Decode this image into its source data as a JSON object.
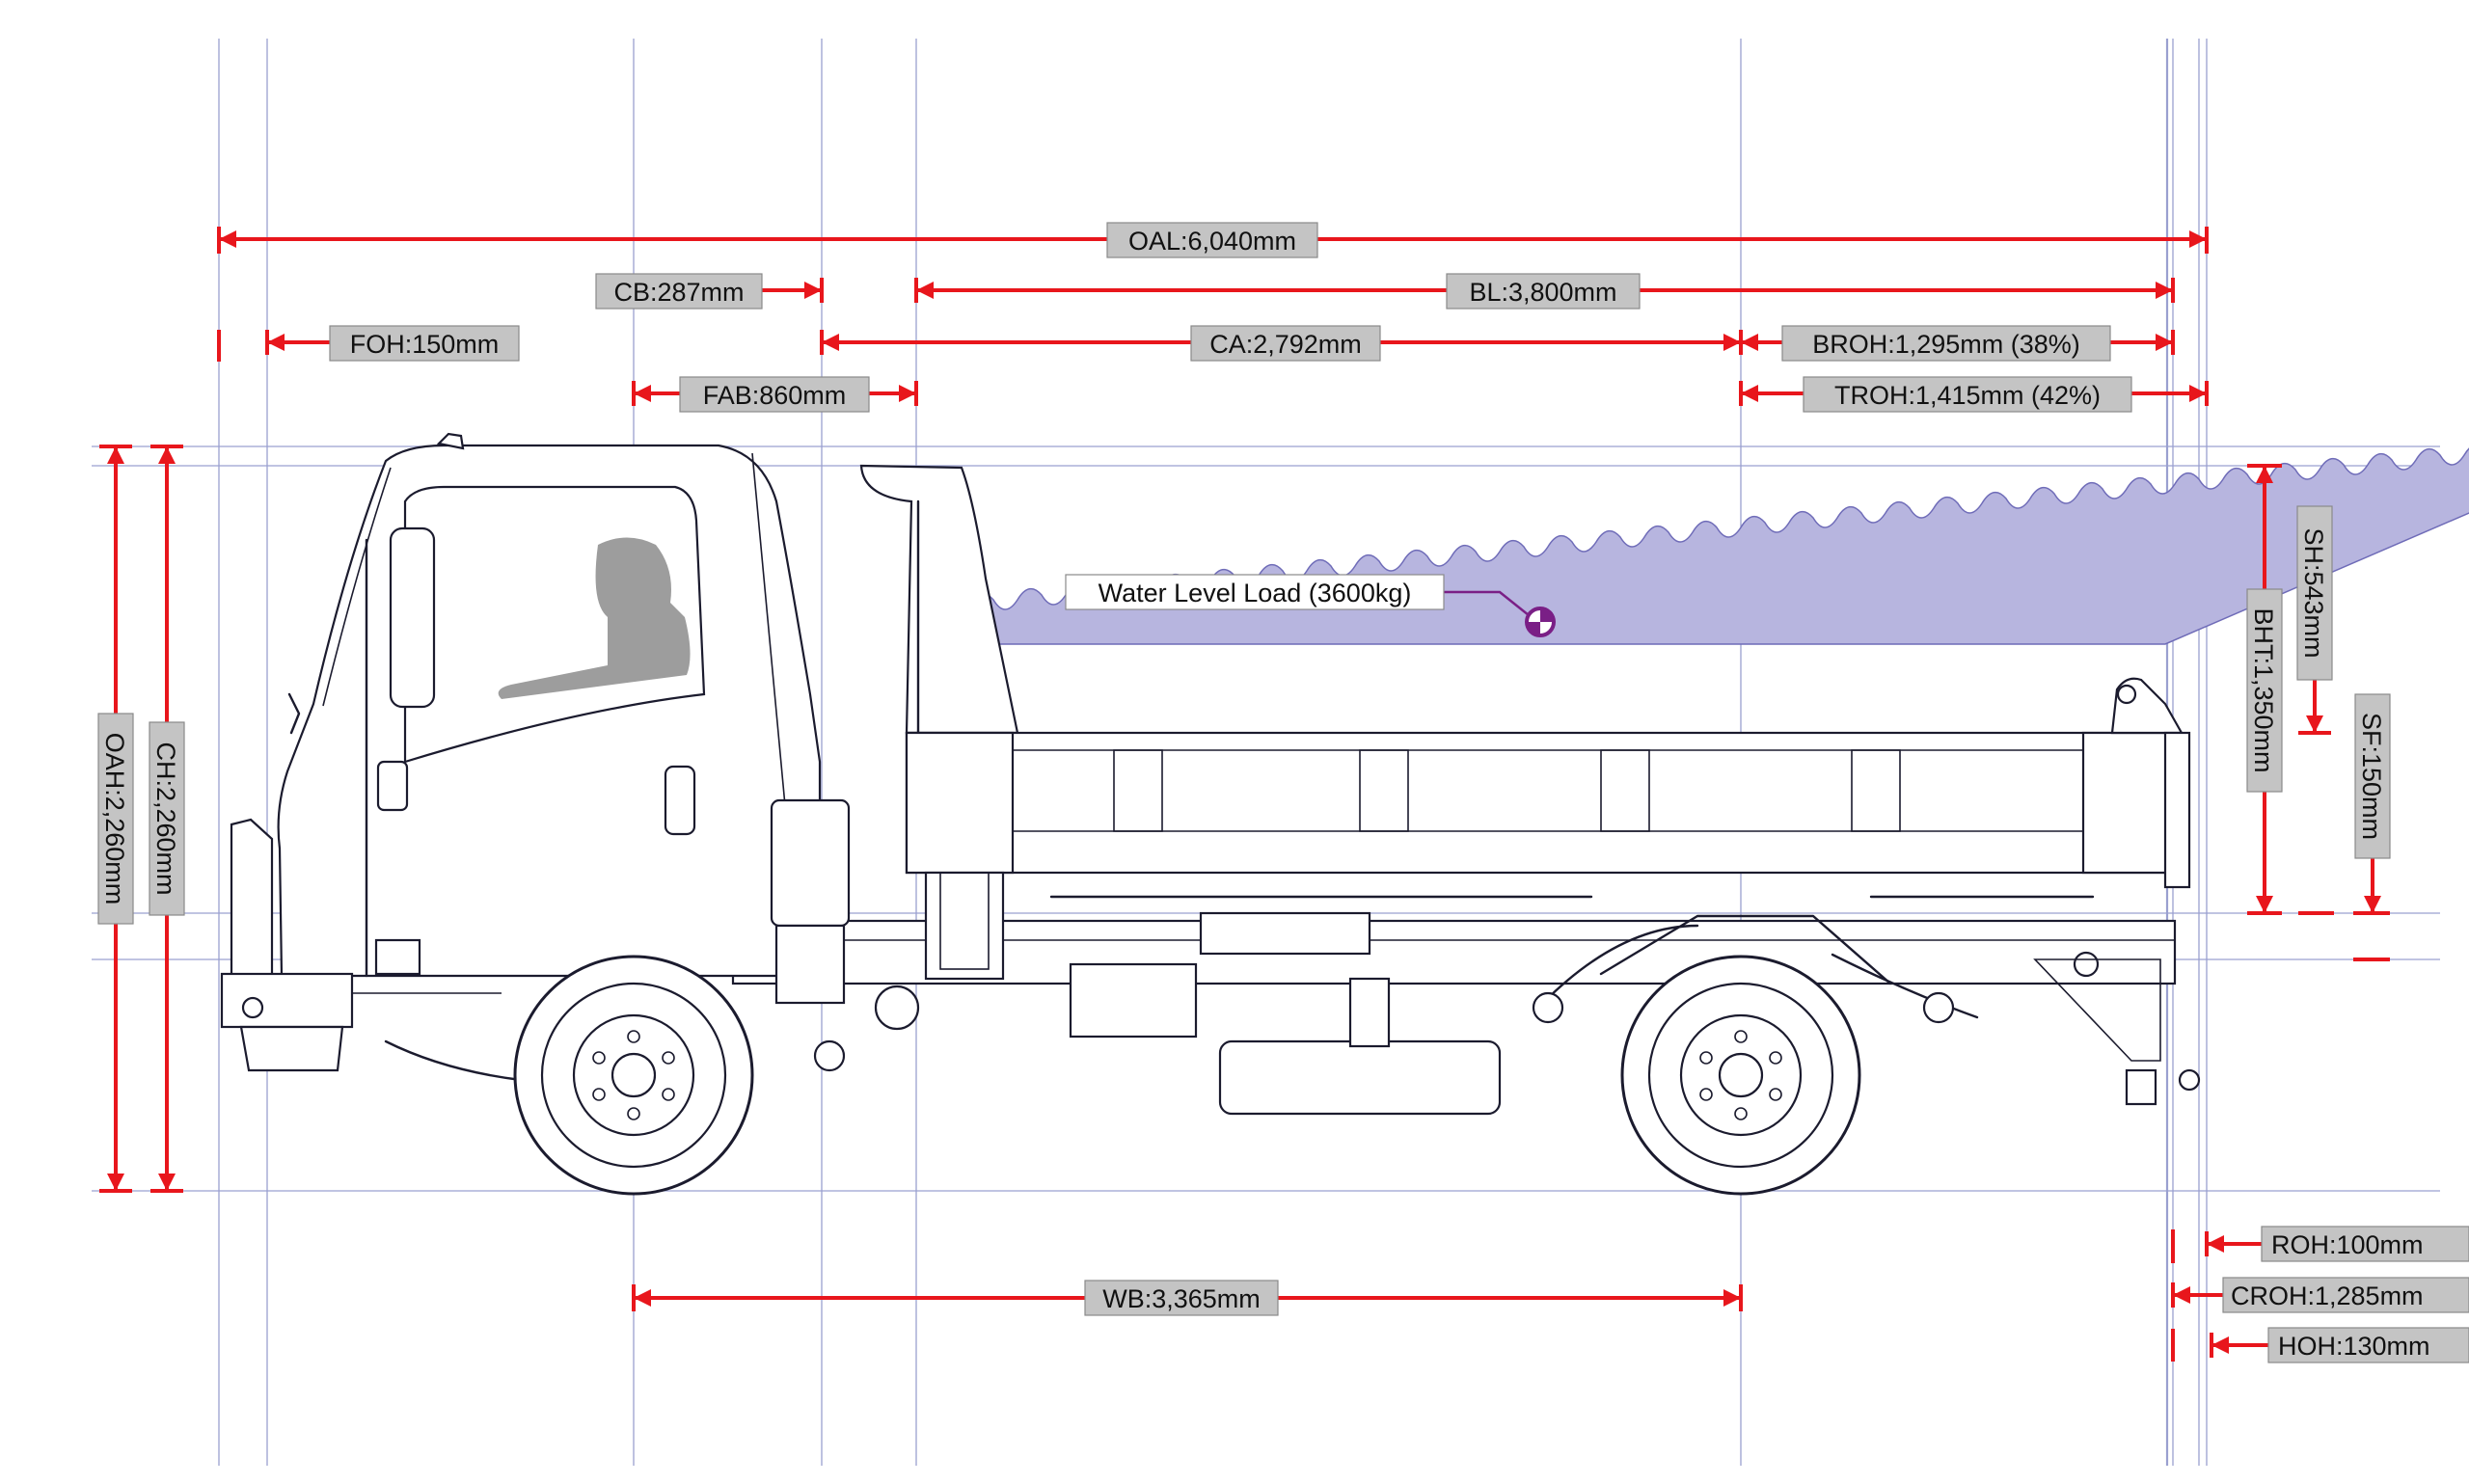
{
  "colors": {
    "dimension_red": "#e8161c",
    "guide_blue": "#9aa0d0",
    "label_gray": "#c4c4c4",
    "water_purple": "#b7b5df",
    "cog_marker_purple": "#7a1f86"
  },
  "dimensions": {
    "oal": "OAL:6,040mm",
    "cb": "CB:287mm",
    "bl": "BL:3,800mm",
    "foh": "FOH:150mm",
    "ca": "CA:2,792mm",
    "broh": "BROH:1,295mm (38%)",
    "fab": "FAB:860mm",
    "troh": "TROH:1,415mm (42%)",
    "oah": "OAH:2,260mm",
    "ch": "CH:2,260mm",
    "bht": "BHT:1,350mm",
    "sh": "SH:543mm",
    "sf": "SF:150mm",
    "wb": "WB:3,365mm",
    "roh": "ROH:100mm",
    "croh": "CROH:1,285mm",
    "hoh": "HOH:130mm"
  },
  "annotations": {
    "water_level_load": "Water Level Load (3600kg)"
  }
}
